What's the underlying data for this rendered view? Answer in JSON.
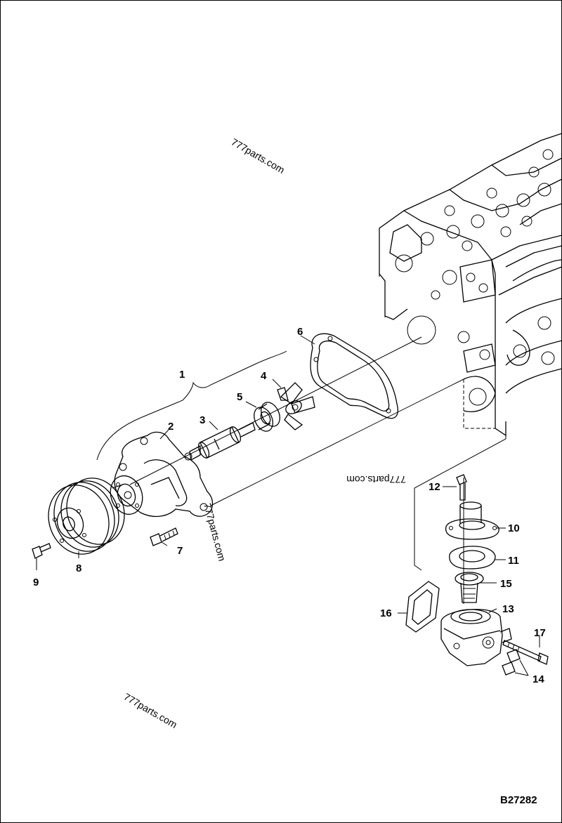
{
  "figure_id": "B27282",
  "watermark": "777parts.com",
  "callouts": [
    "1",
    "2",
    "3",
    "4",
    "5",
    "6",
    "7",
    "8",
    "9",
    "10",
    "11",
    "12",
    "13",
    "14",
    "15",
    "16",
    "17"
  ],
  "parts": [
    {
      "id": "1",
      "name": "water-pump-assembly"
    },
    {
      "id": "2",
      "name": "pump-body"
    },
    {
      "id": "3",
      "name": "shaft-bearing"
    },
    {
      "id": "4",
      "name": "impeller"
    },
    {
      "id": "5",
      "name": "seal"
    },
    {
      "id": "6",
      "name": "gasket"
    },
    {
      "id": "7",
      "name": "bolt"
    },
    {
      "id": "8",
      "name": "pulley"
    },
    {
      "id": "9",
      "name": "bolt"
    },
    {
      "id": "10",
      "name": "thermostat-cover"
    },
    {
      "id": "11",
      "name": "gasket"
    },
    {
      "id": "12",
      "name": "bolt"
    },
    {
      "id": "13",
      "name": "thermostat-housing"
    },
    {
      "id": "14",
      "name": "plug"
    },
    {
      "id": "15",
      "name": "thermostat"
    },
    {
      "id": "16",
      "name": "gasket"
    },
    {
      "id": "17",
      "name": "bolt"
    }
  ]
}
